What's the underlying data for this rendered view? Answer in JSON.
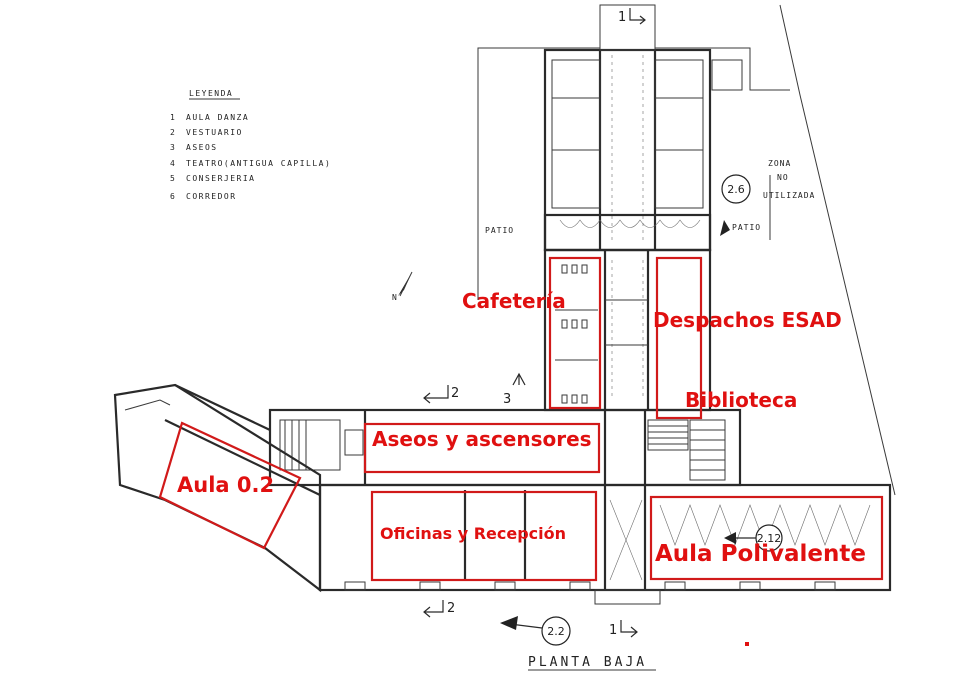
{
  "legend": {
    "title": "LEYENDA",
    "items": [
      {
        "num": "1",
        "text": "AULA DANZA"
      },
      {
        "num": "2",
        "text": "VESTUARIO"
      },
      {
        "num": "3",
        "text": "ASEOS"
      },
      {
        "num": "4",
        "text": "TEATRO(ANTIGUA CAPILLA)"
      },
      {
        "num": "5",
        "text": "CONSERJERIA"
      },
      {
        "num": "6",
        "text": "CORREDOR"
      }
    ]
  },
  "plan": {
    "title": "PLANTA BAJA",
    "patio_left": "PATIO",
    "patio_right": "PATIO",
    "zona_line1": "ZONA",
    "zona_line2": "NO",
    "zona_line3": "UTILIZADA",
    "north": "N",
    "tags": [
      "2.6",
      "2.2",
      "2.12"
    ],
    "section_markers": [
      "1",
      "2",
      "3",
      "2",
      "1"
    ]
  },
  "labels": {
    "cafeteria": "Cafetería",
    "despachos": "Despachos ESAD",
    "biblioteca": "Biblioteca",
    "aseos": "Aseos y ascensores",
    "aula02": "Aula 0.2",
    "oficinas": "Oficinas y Recepción",
    "polivalente": "Aula Polivalente"
  },
  "colors": {
    "highlight": "#e01010",
    "ink": "#2a2a2a"
  }
}
